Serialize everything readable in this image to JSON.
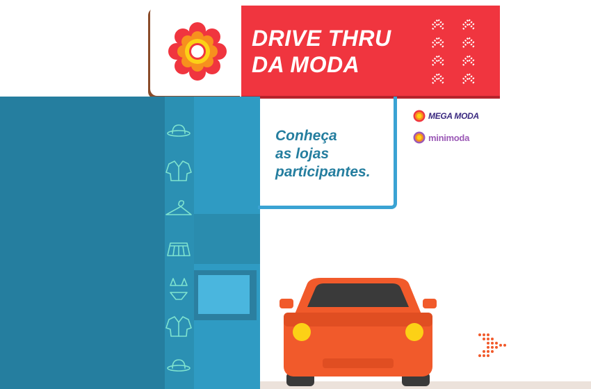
{
  "sign": {
    "title_line1": "DRIVE THRU",
    "title_line2": "DA MODA",
    "logo_icon": "flower-logo-icon",
    "colors": {
      "red": "#f0353f",
      "logo_outer": "#f0353f",
      "logo_mid": "#f7901e",
      "logo_inner": "#fcd116"
    }
  },
  "info": {
    "line1": "Conheça",
    "line2": "as lojas",
    "line3": "participantes."
  },
  "brands": [
    {
      "name": "MEGA MODA",
      "icon": "flower-icon"
    },
    {
      "name": "minimoda",
      "icon": "flower-icon"
    }
  ],
  "building": {
    "icons": [
      "hat-icon",
      "shirt-icon",
      "hanger-icon",
      "skirt-icon",
      "bikini-icon",
      "shirt-icon",
      "hat-icon"
    ],
    "colors": {
      "dark": "#257e9f",
      "light": "#2f9bc3",
      "icon": "#7fe3cf"
    }
  },
  "car": {
    "icon": "car-icon",
    "color": "#f15a2b"
  }
}
